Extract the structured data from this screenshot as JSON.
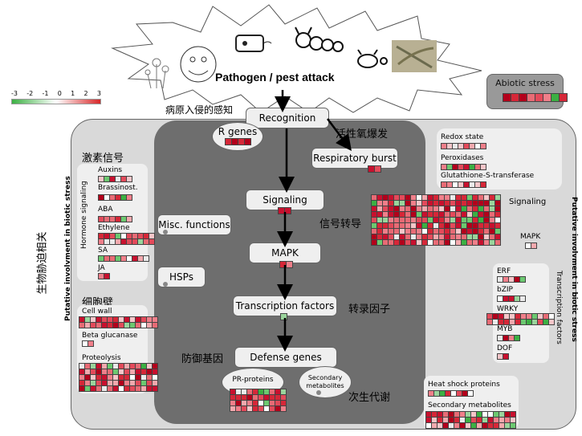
{
  "header": {
    "title": "Pathogen / pest attack"
  },
  "legend": {
    "ticks": [
      "-3",
      "-2",
      "-1",
      "0",
      "1",
      "2",
      "3"
    ],
    "colors": {
      "low": "#3cb043",
      "mid": "#ffffff",
      "high": "#d62728"
    }
  },
  "abiotic": {
    "label": "Abiotic stress"
  },
  "chinese": {
    "perception": "病原入侵的感知",
    "ros": "活性氧爆发",
    "hormone": "激素信号",
    "signal": "信号转导",
    "tf": "转录因子",
    "defense": "防御基因",
    "secondary": "次生代谢",
    "cellwall": "细胞壁",
    "biotic": "生物胁迫相关"
  },
  "side": {
    "left": "Putative involvment in biotic stress",
    "right": "Putative involvment in biotic stress",
    "hormone_vertical": "Hormone signaling",
    "tf_vertical": "Transcription factors"
  },
  "pathway": {
    "recognition": "Recognition",
    "r_genes": "R genes",
    "respiratory": "Respiratory burst",
    "signaling": "Signaling",
    "mapk": "MAPK",
    "tfs": "Transcription factors",
    "defense": "Defense genes",
    "pr": "PR-proteins",
    "secondary": "Secondary metabolites",
    "misc": "Misc. functions",
    "hsps": "HSPs"
  },
  "hormones": [
    "Auxins",
    "Brassinost.",
    "ABA",
    "Ethylene",
    "SA",
    "JA"
  ],
  "left_bottom": [
    "Cell wall",
    "Beta glucanase",
    "Proteolysis"
  ],
  "right_top": [
    "Redox state",
    "Peroxidases",
    "Glutathione-S-transferase"
  ],
  "right_signal": {
    "signaling": "Signaling",
    "mapk": "MAPK"
  },
  "tfs": [
    "ERF",
    "bZIP",
    "WRKY",
    "MYB",
    "DOF"
  ],
  "right_bottom": [
    "Heat shock proteins",
    "Secondary metabolites"
  ]
}
